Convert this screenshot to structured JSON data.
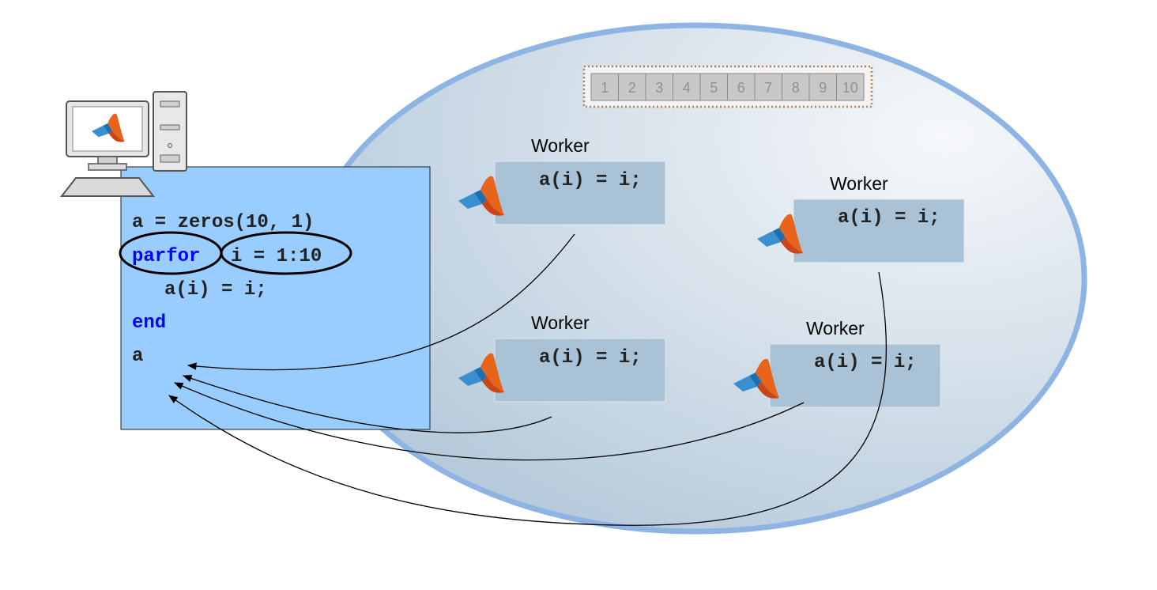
{
  "client": {
    "code": {
      "line1": "a = zeros(10, 1)",
      "parfor_keyword": "parfor",
      "loop_range": "i = 1:10",
      "body": "a(i) = i;",
      "end_keyword": "end",
      "output_var": "a"
    }
  },
  "iterations": [
    "1",
    "2",
    "3",
    "4",
    "5",
    "6",
    "7",
    "8",
    "9",
    "10"
  ],
  "workers": [
    {
      "label": "Worker",
      "code": "a(i) = i;"
    },
    {
      "label": "Worker",
      "code": "a(i) = i;"
    },
    {
      "label": "Worker",
      "code": "a(i) = i;"
    },
    {
      "label": "Worker",
      "code": "a(i) = i;"
    }
  ],
  "colors": {
    "client_panel": "#99ccff",
    "keyword_blue": "#0000ff",
    "pool_border": "#8eb4e3",
    "worker_box": "#a9c2d6",
    "iteration_border": "#b08050",
    "logo_orange": "#e8641a",
    "logo_blue": "#3a8fd0"
  },
  "icons": [
    "computer-icon",
    "matlab-logo-icon"
  ]
}
